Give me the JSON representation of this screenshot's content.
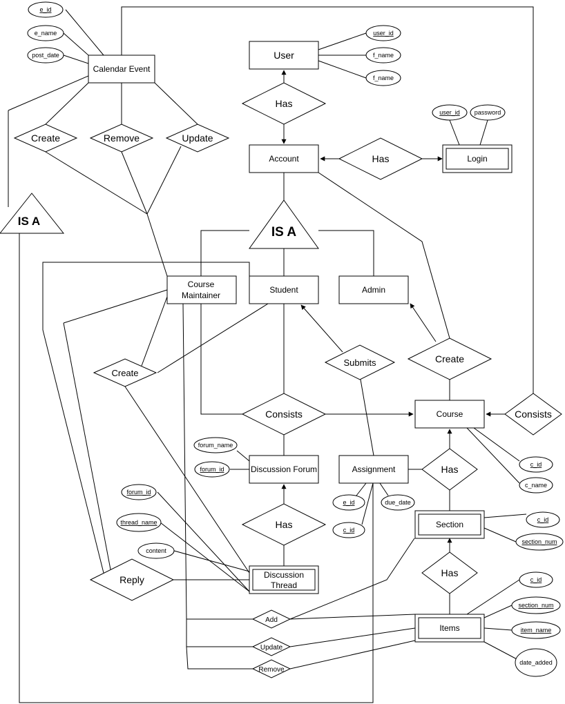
{
  "entities": {
    "calendar_event": "Calendar Event",
    "user": "User",
    "account": "Account",
    "login": "Login",
    "course_maintainer": [
      "Course",
      "Maintainer"
    ],
    "student": "Student",
    "admin": "Admin",
    "course": "Course",
    "discussion_forum": "Discussion Forum",
    "assignment": "Assignment",
    "section": "Section",
    "discussion_thread": [
      "Discussion",
      "Thread"
    ],
    "items": "Items"
  },
  "relationships": {
    "create_event": "Create",
    "remove_event": "Remove",
    "update_event": "Update",
    "user_has": "Has",
    "login_has": "Has",
    "create_cm": "Create",
    "submits": "Submits",
    "create_admin": "Create",
    "consists_main": "Consists",
    "consists_right": "Consists",
    "course_has": "Has",
    "forum_has": "Has",
    "section_has": "Has",
    "reply": "Reply",
    "add": "Add",
    "update_items": "Update",
    "remove_items": "Remove"
  },
  "isa": {
    "left": "IS A",
    "center": "IS A"
  },
  "attributes": {
    "e_id": "e_id",
    "e_name": "e_name",
    "post_date": "post_date",
    "user_id": "user_id",
    "f_name_1": "f_name",
    "f_name_2": "f_name",
    "login_user_id": "user_id",
    "password": "password",
    "forum_name": "forum_name",
    "forum_id": "forum_id",
    "asg_e_id": "e_id",
    "due_date": "due_date",
    "asg_c_id": "c_id",
    "course_c_id": "c_id",
    "c_name": "c_name",
    "sec_c_id": "c_id",
    "section_num": "section_num",
    "thread_forum_id": "forum_id",
    "thread_name": "thread_name",
    "content": "content",
    "items_c_id": "c_id",
    "items_section_num": "section_num",
    "item_name": "item_name",
    "date_added": "date_added"
  }
}
